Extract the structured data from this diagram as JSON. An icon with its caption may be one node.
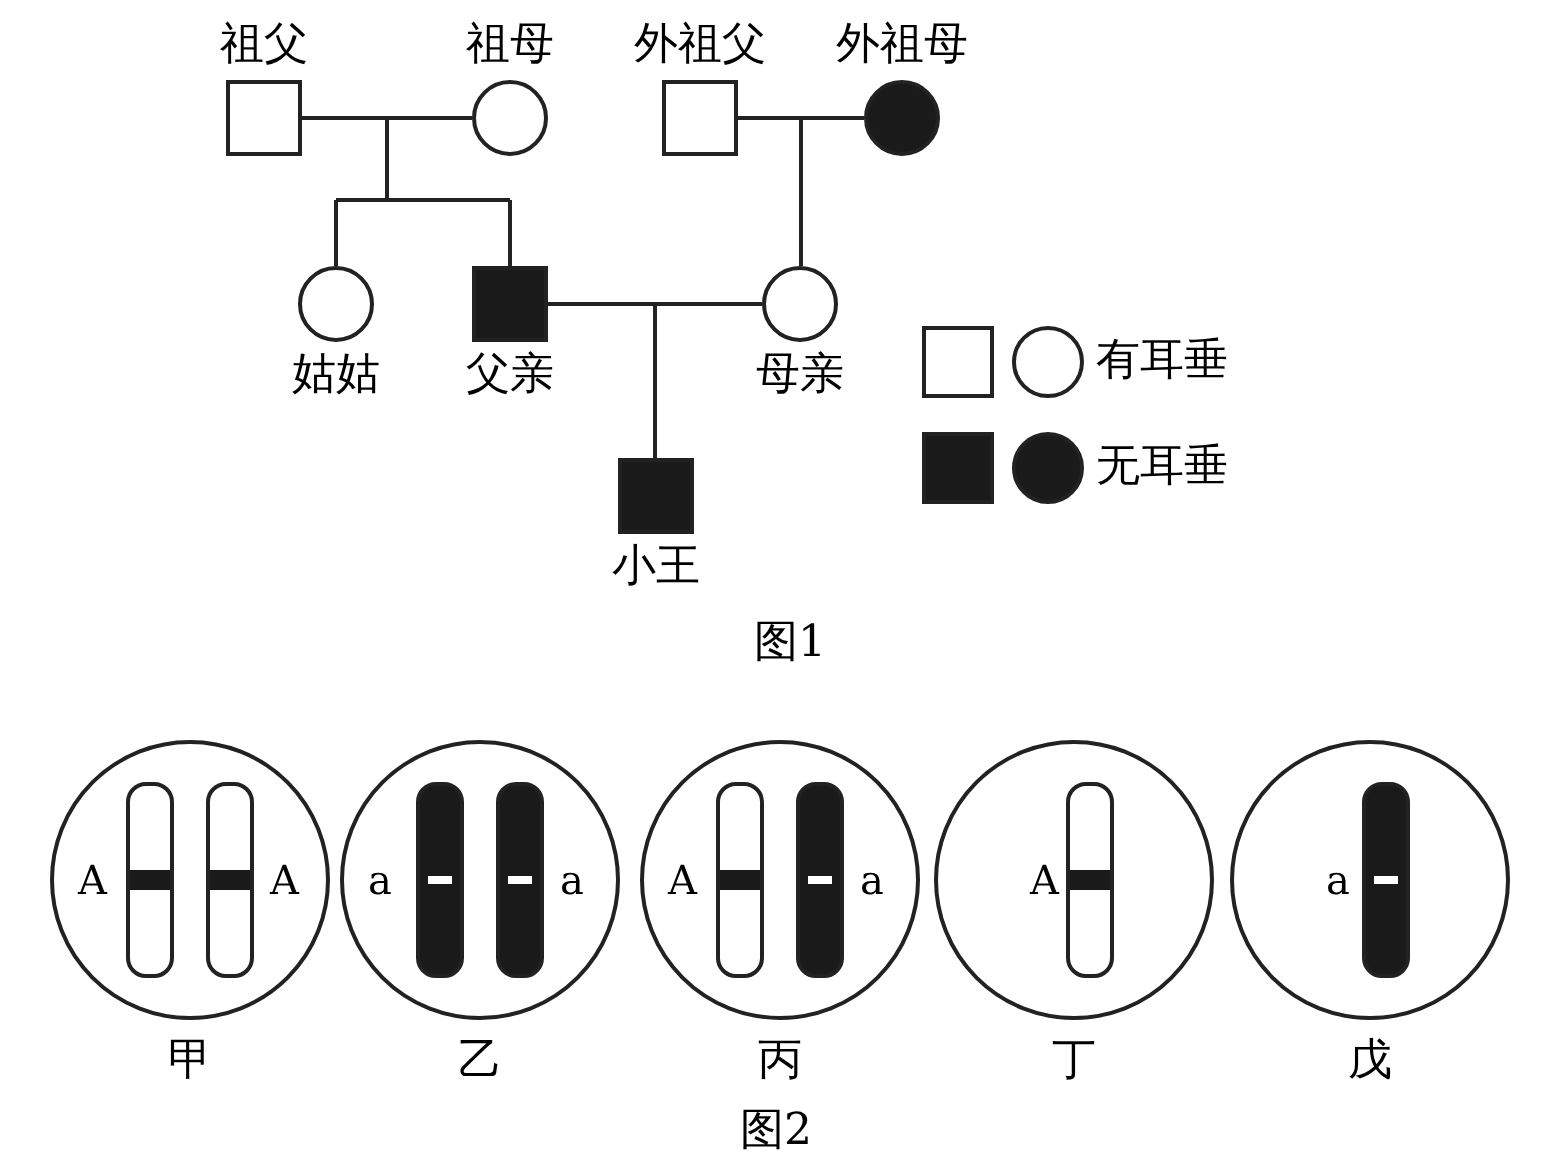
{
  "diagram": {
    "nodes": [
      {
        "text": [
          "祖父"
        ]
      },
      {
        "text": [
          "祖母"
        ]
      },
      {
        "text": [
          "外祖父"
        ]
      },
      {
        "text": [
          "外祖母"
        ]
      },
      {
        "text": [
          "姑姑"
        ]
      },
      {
        "text": [
          "父亲"
        ]
      },
      {
        "text": [
          "母亲"
        ]
      },
      {
        "text": [
          "小王"
        ]
      },
      {
        "text": [
          "A",
          "A"
        ],
        "beside": [
          "甲"
        ]
      },
      {
        "text": [
          "a",
          "a"
        ],
        "beside": [
          "乙"
        ]
      },
      {
        "text": [
          "A",
          "a"
        ],
        "beside": [
          "丙"
        ]
      },
      {
        "text": [
          "A"
        ],
        "beside": [
          "丁"
        ]
      },
      {
        "text": [
          "a"
        ],
        "beside": [
          "戊"
        ]
      }
    ],
    "edges": [
      {
        "from": 0,
        "to": 1,
        "arrow": "none"
      },
      {
        "from": 0,
        "to": 4,
        "arrow": "none"
      },
      {
        "from": 1,
        "to": 4,
        "arrow": "none"
      },
      {
        "from": 0,
        "to": 5,
        "arrow": "none"
      },
      {
        "from": 1,
        "to": 5,
        "arrow": "none"
      },
      {
        "from": 2,
        "to": 3,
        "arrow": "none"
      },
      {
        "from": 2,
        "to": 6,
        "arrow": "none"
      },
      {
        "from": 3,
        "to": 6,
        "arrow": "none"
      },
      {
        "from": 5,
        "to": 6,
        "arrow": "none"
      },
      {
        "from": 5,
        "to": 7,
        "arrow": "none"
      },
      {
        "from": 6,
        "to": 7,
        "arrow": "none"
      }
    ],
    "labels": [
      "图1",
      "图2"
    ],
    "legend": [
      {
        "text": "有耳垂"
      },
      {
        "text": "无耳垂"
      }
    ]
  }
}
